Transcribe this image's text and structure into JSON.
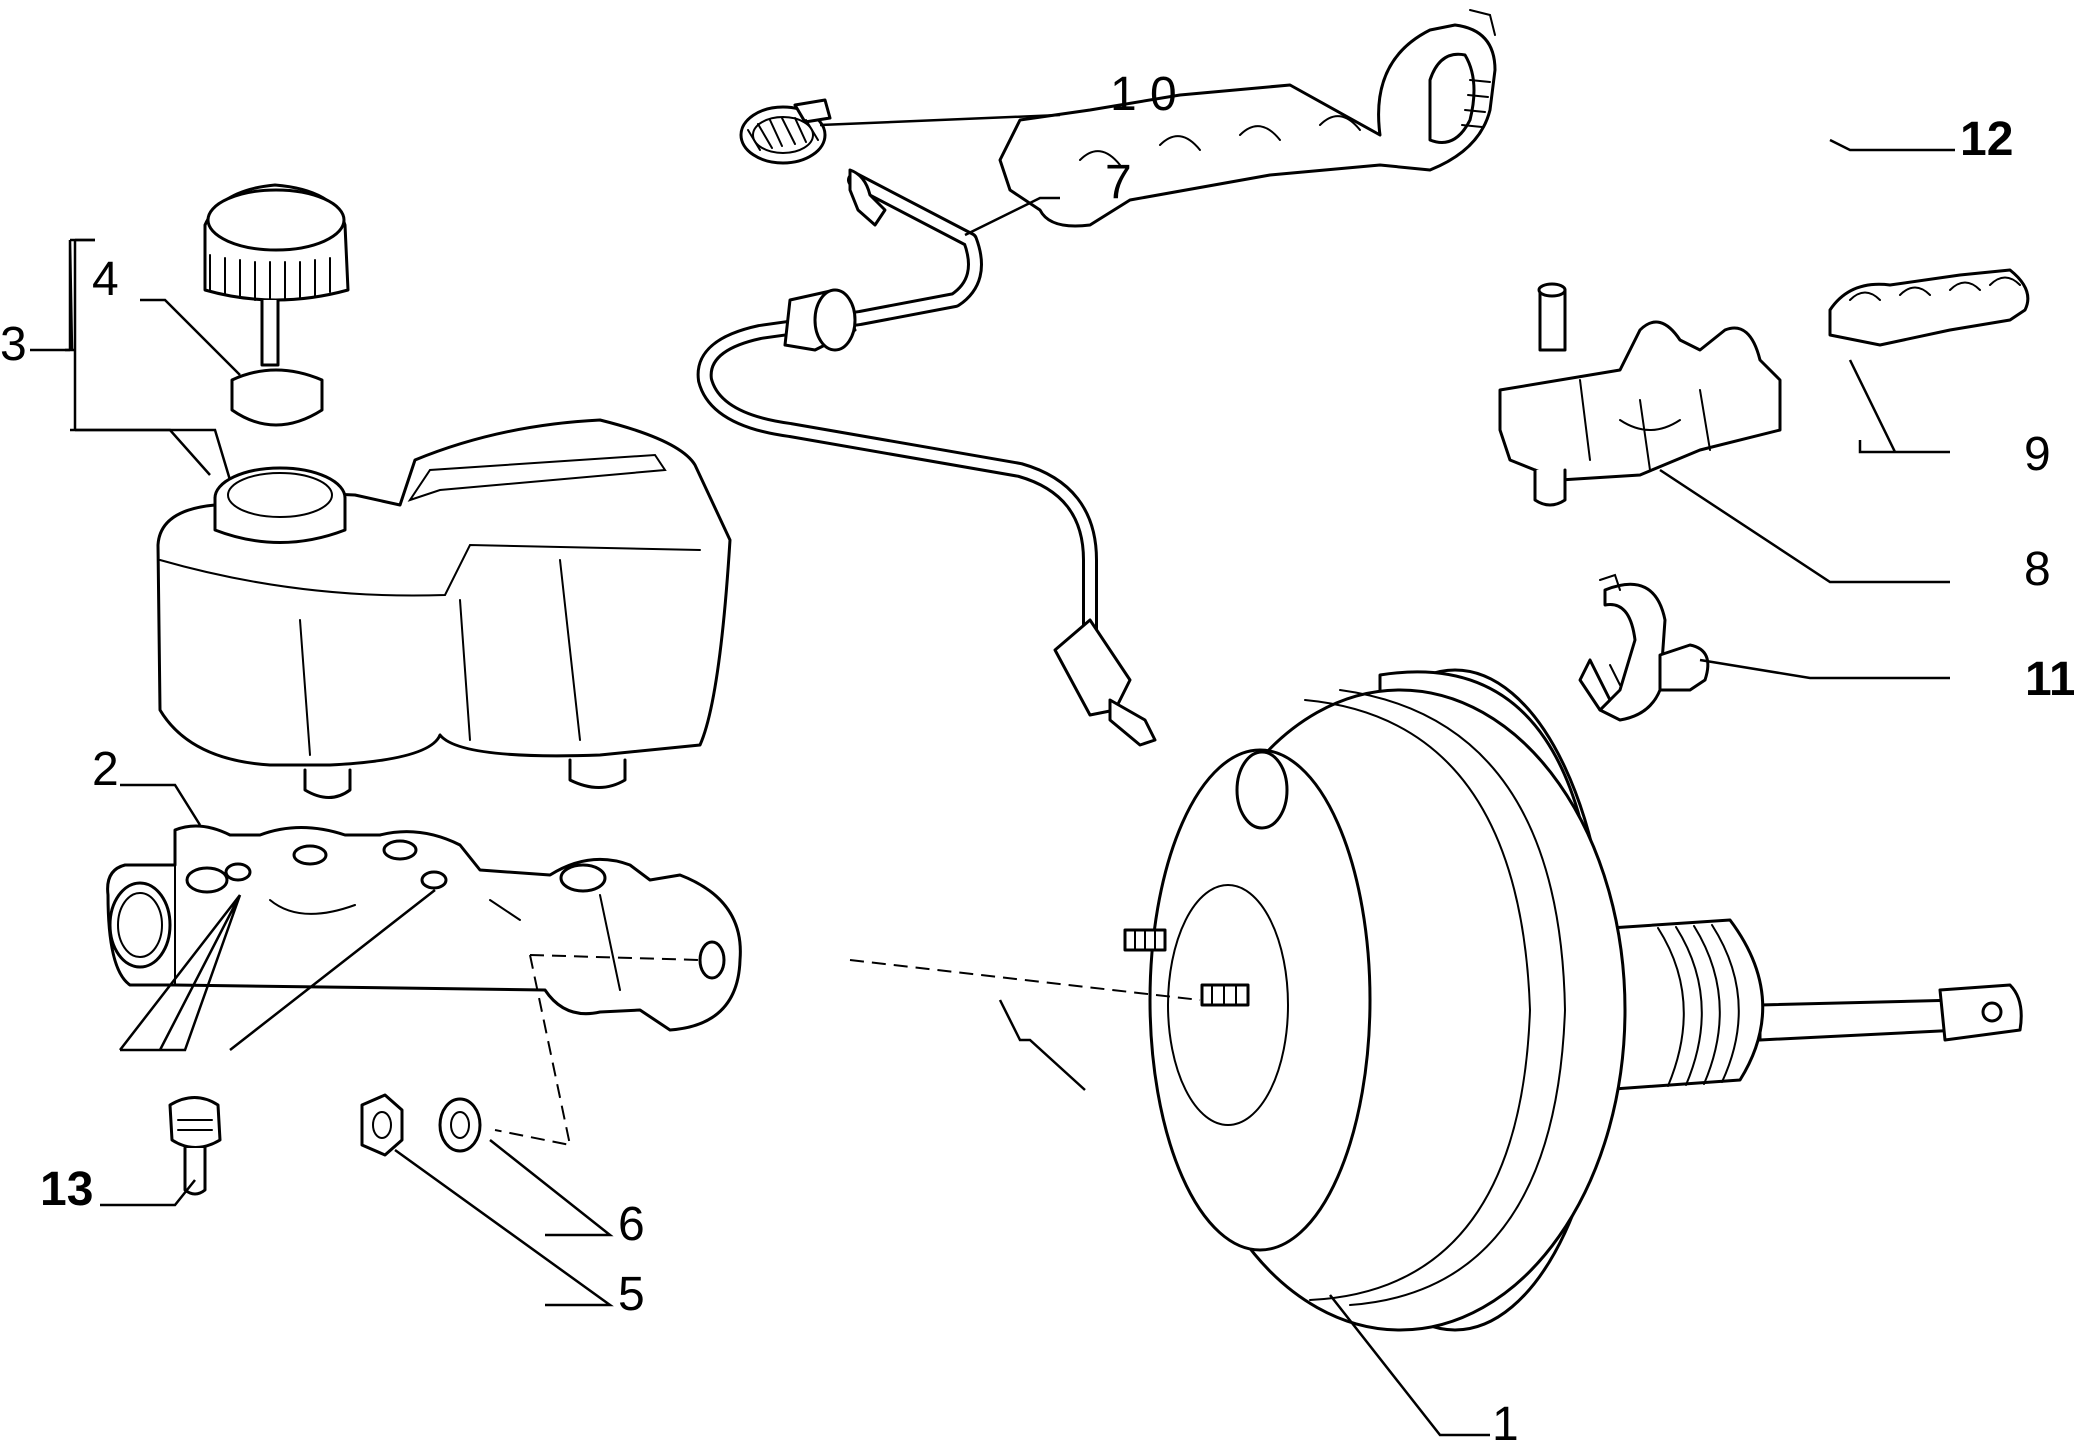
{
  "diagram": {
    "callouts": [
      {
        "id": "1",
        "label": "1",
        "bold": false
      },
      {
        "id": "2",
        "label": "2",
        "bold": false
      },
      {
        "id": "3",
        "label": "3",
        "bold": false
      },
      {
        "id": "4",
        "label": "4",
        "bold": false
      },
      {
        "id": "5",
        "label": "5",
        "bold": false
      },
      {
        "id": "6",
        "label": "6",
        "bold": false
      },
      {
        "id": "7",
        "label": "7",
        "bold": false
      },
      {
        "id": "8",
        "label": "8",
        "bold": false
      },
      {
        "id": "9",
        "label": "9",
        "bold": false
      },
      {
        "id": "10",
        "label": "1 0",
        "bold": false
      },
      {
        "id": "11",
        "label": "11",
        "bold": true
      },
      {
        "id": "12",
        "label": "12",
        "bold": true
      },
      {
        "id": "13",
        "label": "13",
        "bold": true
      }
    ]
  }
}
